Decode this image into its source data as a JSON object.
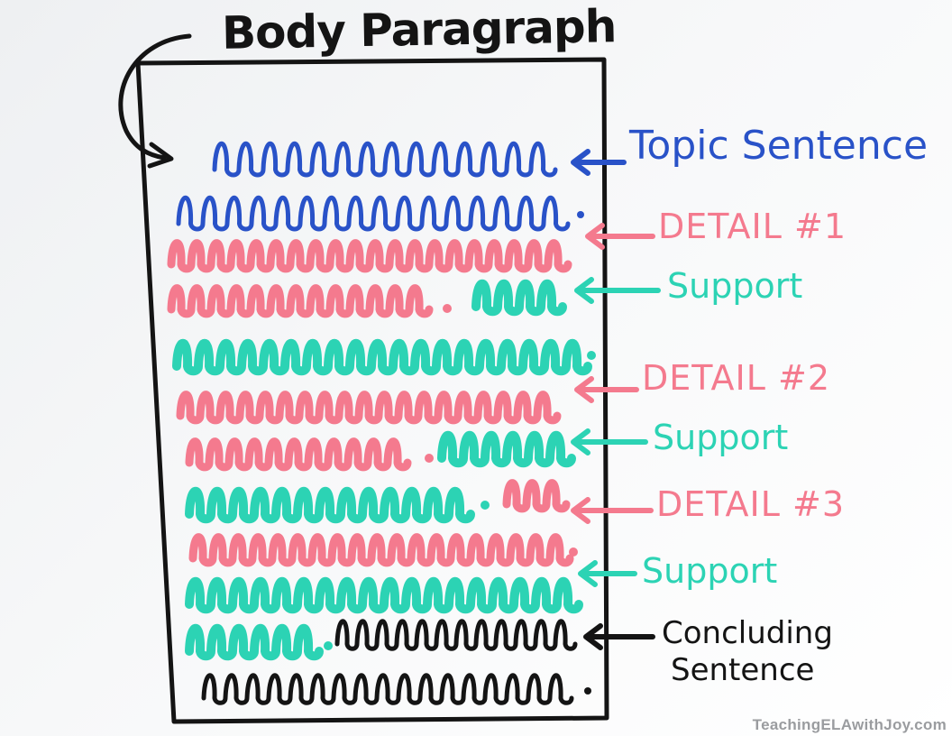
{
  "title": "Body Paragraph",
  "colors": {
    "ink_black": "#141414",
    "topic_blue": "#2952c8",
    "detail_pink": "#f47a8e",
    "support_teal": "#2cd3b4",
    "board_white": "#ffffff"
  },
  "icons": {
    "curved_arrow": "curved-arrow-icon",
    "pointer_arrow": "left-arrow-icon"
  },
  "labels": [
    {
      "id": "topic",
      "text": "Topic Sentence",
      "color": "#2952c8"
    },
    {
      "id": "detail1",
      "text": "DETAIL #1",
      "color": "#f47a8e"
    },
    {
      "id": "support1",
      "text": "Support",
      "color": "#2cd3b4"
    },
    {
      "id": "detail2",
      "text": "DETAIL #2",
      "color": "#f47a8e"
    },
    {
      "id": "support2",
      "text": "Support",
      "color": "#2cd3b4"
    },
    {
      "id": "detail3",
      "text": "DETAIL #3",
      "color": "#f47a8e"
    },
    {
      "id": "support3",
      "text": "Support",
      "color": "#2cd3b4"
    },
    {
      "id": "concluding",
      "text": "Concluding",
      "text2": "Sentence",
      "color": "#141414"
    }
  ],
  "watermark": "TeachingELAwithJoy.com"
}
